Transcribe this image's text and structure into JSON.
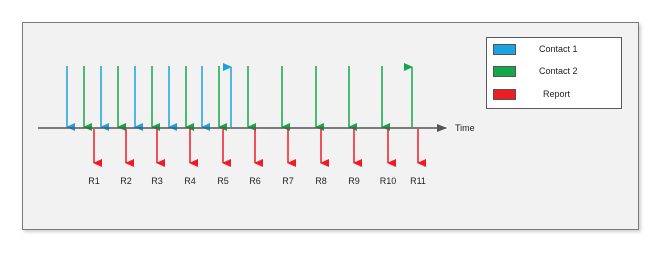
{
  "colors": {
    "contact1": "#1aa3e0",
    "contact2": "#12a84a",
    "report": "#ee1c24",
    "axis": "#555555"
  },
  "axis": {
    "label": "Time"
  },
  "legend": {
    "items": [
      {
        "key": "contact1",
        "label": "Contact 1",
        "color": "#1aa3e0"
      },
      {
        "key": "contact2",
        "label": "Contact 2",
        "color": "#12a84a"
      },
      {
        "key": "report",
        "label": "Report",
        "color": "#ee1c24"
      }
    ]
  },
  "events": {
    "down": [
      {
        "seq": 1,
        "type": "contact1"
      },
      {
        "seq": 2,
        "type": "contact2"
      },
      {
        "seq": 3,
        "type": "contact1"
      },
      {
        "seq": 4,
        "type": "contact2"
      },
      {
        "seq": 5,
        "type": "contact1"
      },
      {
        "seq": 6,
        "type": "contact2"
      },
      {
        "seq": 7,
        "type": "contact1"
      },
      {
        "seq": 8,
        "type": "contact2"
      },
      {
        "seq": 9,
        "type": "contact1"
      },
      {
        "seq": 10,
        "type": "contact2"
      },
      {
        "seq": 11,
        "type": "contact2"
      },
      {
        "seq": 12,
        "type": "contact2"
      },
      {
        "seq": 13,
        "type": "contact2"
      },
      {
        "seq": 14,
        "type": "contact2"
      },
      {
        "seq": 15,
        "type": "contact2"
      }
    ],
    "up": [
      {
        "seq": 1,
        "type": "contact1"
      },
      {
        "seq": 2,
        "type": "contact2"
      }
    ]
  },
  "reports": [
    "R1",
    "R2",
    "R3",
    "R4",
    "R5",
    "R6",
    "R7",
    "R8",
    "R9",
    "R10",
    "R11"
  ]
}
